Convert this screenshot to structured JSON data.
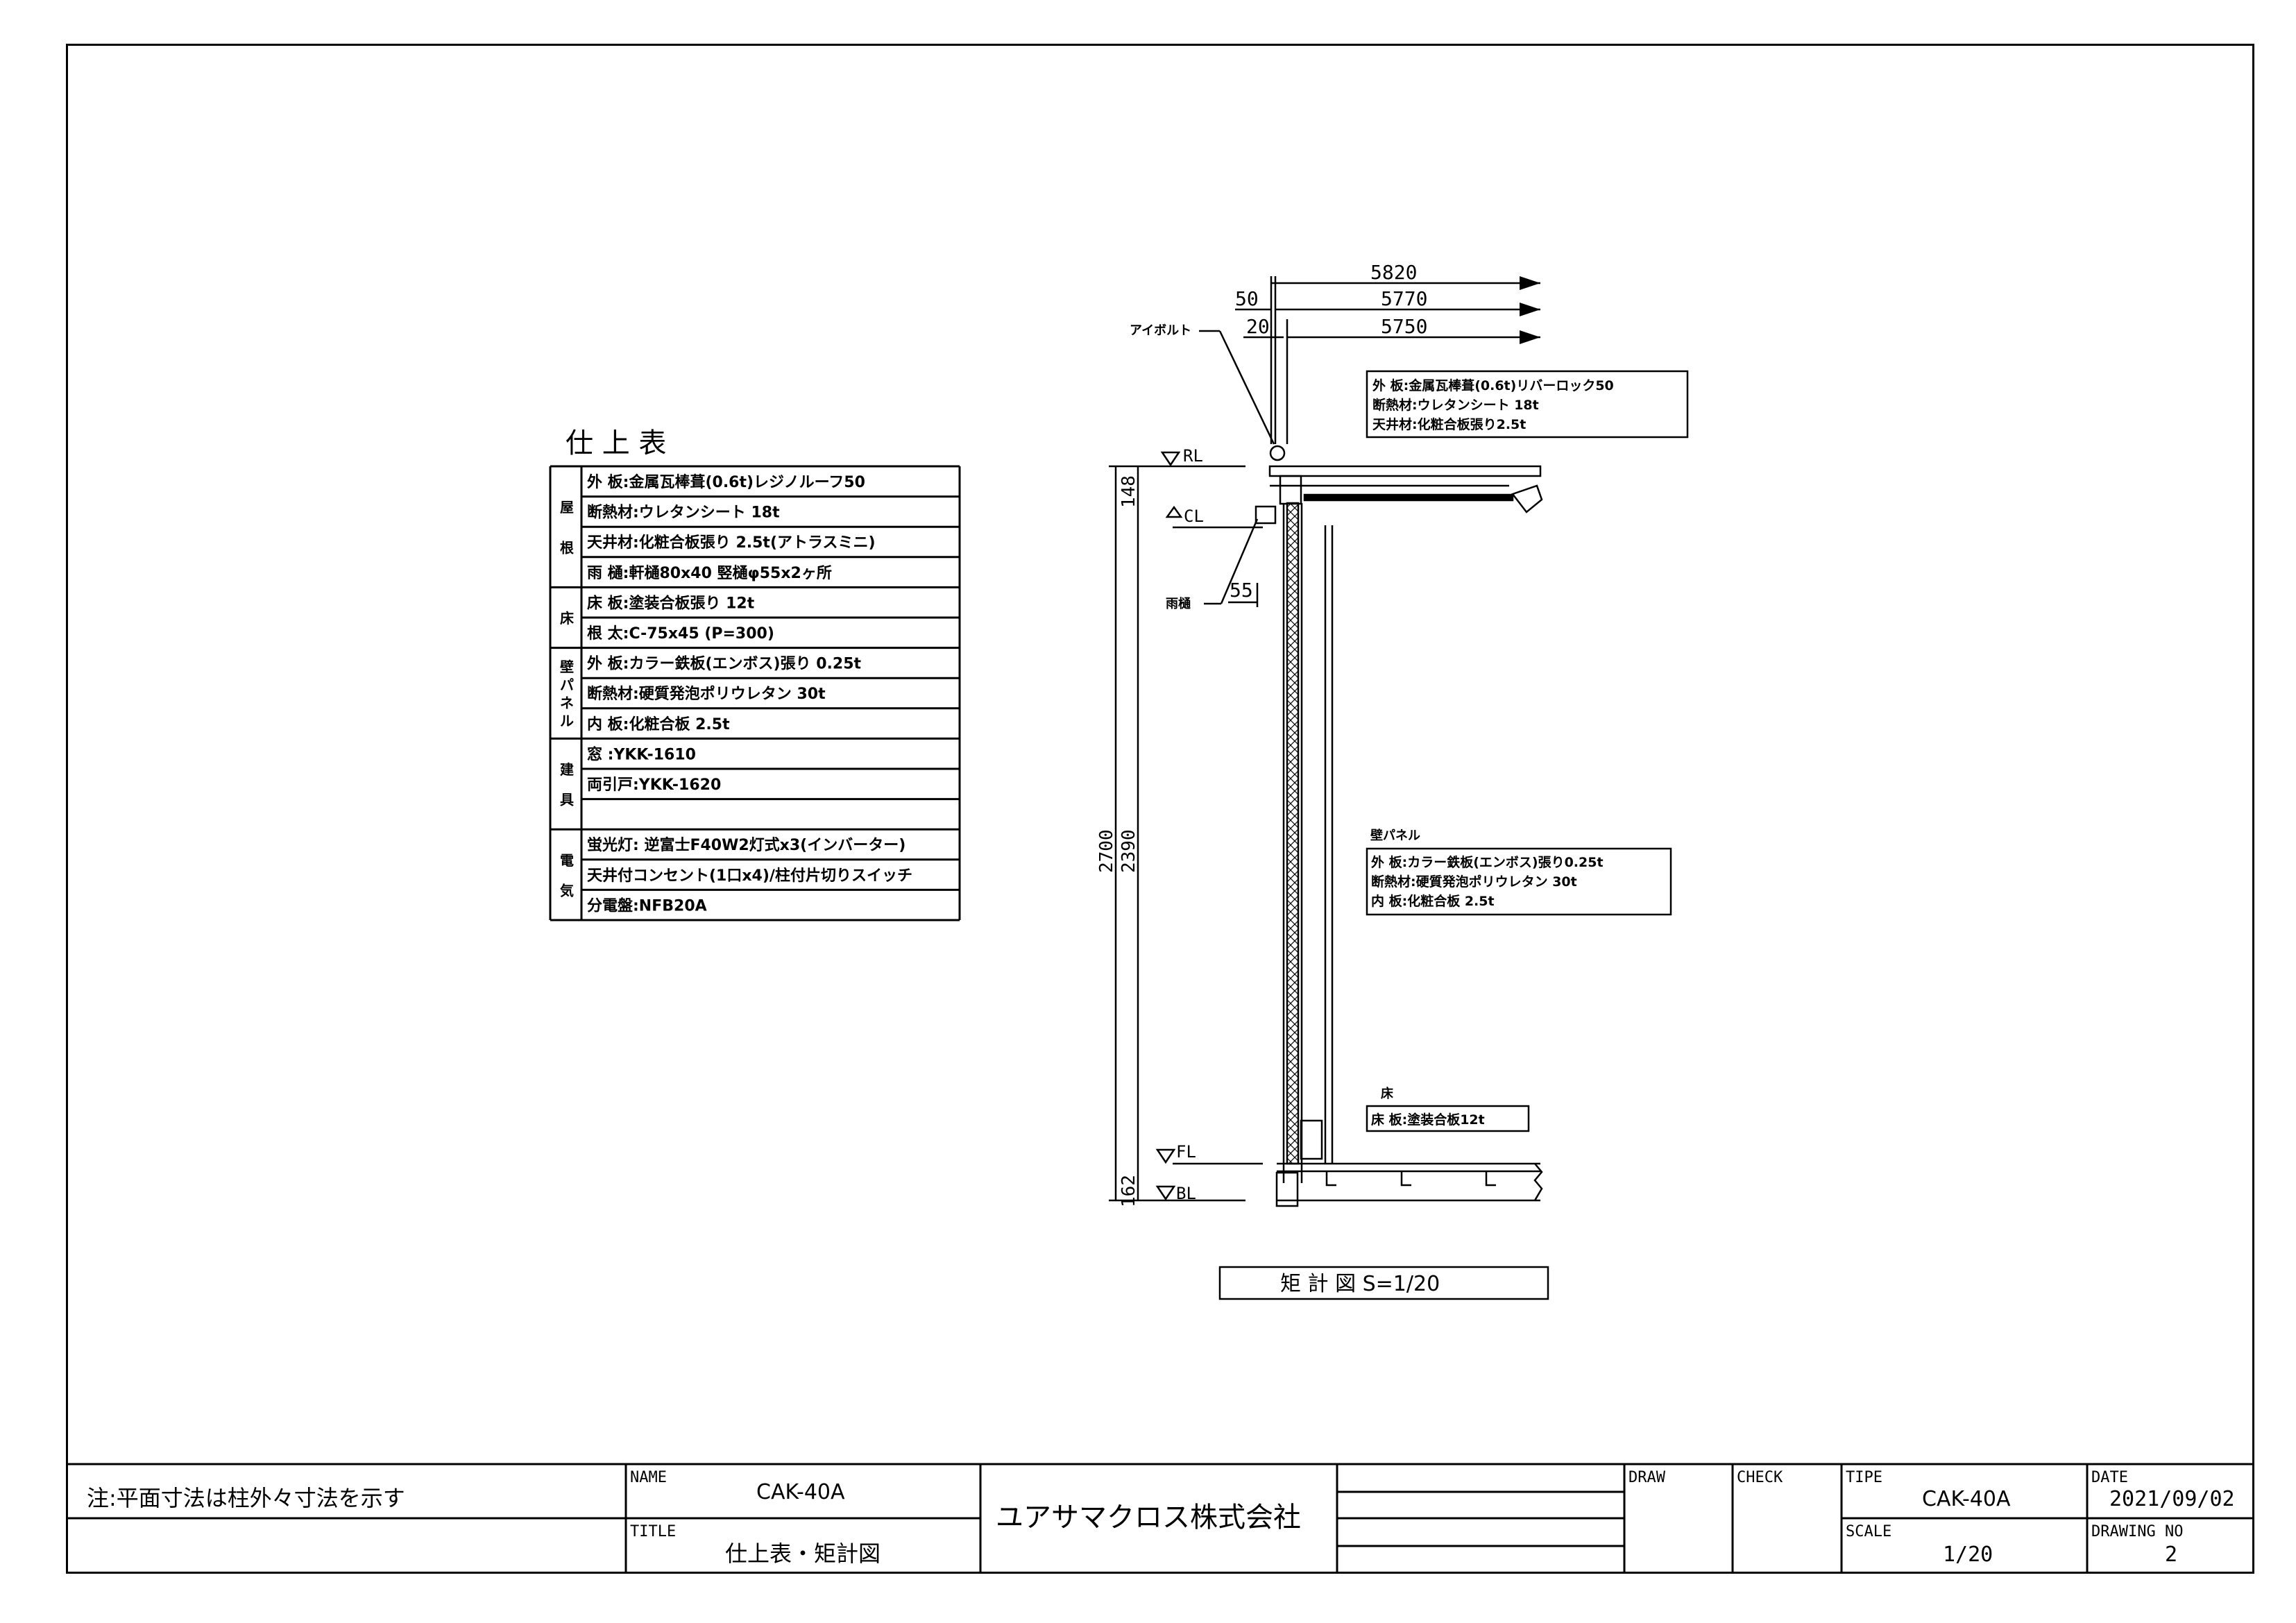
{
  "finish_table": {
    "title": "仕 上 表",
    "groups": [
      {
        "label": [
          "屋",
          "根"
        ],
        "rows": [
          "外 板:金属瓦棒葺(0.6t)レジノルーフ50",
          "断熱材:ウレタンシート 18t",
          "天井材:化粧合板張り 2.5t(アトラスミニ)",
          "雨 樋:軒樋80x40 竪樋φ55x2ヶ所"
        ]
      },
      {
        "label": [
          "床"
        ],
        "rows": [
          "床 板:塗装合板張り 12t",
          "根 太:C-75x45 (P=300)"
        ]
      },
      {
        "label": [
          "壁",
          "パ",
          "ネ",
          "ル"
        ],
        "rows": [
          "外 板:カラー鉄板(エンボス)張り 0.25t",
          "断熱材:硬質発泡ポリウレタン 30t",
          "内 板:化粧合板 2.5t"
        ]
      },
      {
        "label": [
          "建",
          "具"
        ],
        "rows": [
          "窓 :YKK-1610",
          "両引戸:YKK-1620",
          ""
        ]
      },
      {
        "label": [
          "電",
          "気"
        ],
        "rows": [
          "蛍光灯: 逆富士F40W2灯式x3(インバーター)",
          "天井付コンセント(1口x4)/柱付片切りスイッチ",
          "分電盤:NFB20A"
        ]
      }
    ]
  },
  "section": {
    "dims_top": [
      "5820",
      "50",
      "5770",
      "20",
      "5750"
    ],
    "eyebolt": "アイボルト",
    "gutter": "雨樋",
    "gutter_dim": "55",
    "levels": {
      "rl": "RL",
      "cl": "CL",
      "fl": "FL",
      "bl": "BL"
    },
    "dims_left": {
      "roof": "148",
      "total": "2700",
      "wall": "2390",
      "floor": "162"
    },
    "roof_note": [
      "外 板:金属瓦棒葺(0.6t)リバーロック50",
      "断熱材:ウレタンシート 18t",
      "天井材:化粧合板張り2.5t"
    ],
    "wall_note_title": "壁パネル",
    "wall_note": [
      "外 板:カラー鉄板(エンボス)張り0.25t",
      "断熱材:硬質発泡ポリウレタン 30t",
      "内 板:化粧合板 2.5t"
    ],
    "floor_note_title": "床",
    "floor_note": [
      "床 板:塗装合板12t"
    ],
    "caption": "矩 計 図  S=1/20"
  },
  "title_block": {
    "note": "注:平面寸法は柱外々寸法を示す",
    "name_label": "NAME",
    "name": "CAK-40A",
    "title_label": "TITLE",
    "title": "仕上表・矩計図",
    "company": "ユアサマクロス株式会社",
    "draw_label": "DRAW",
    "check_label": "CHECK",
    "type_label": "TIPE",
    "type": "CAK-40A",
    "scale_label": "SCALE",
    "scale": "1/20",
    "date_label": "DATE",
    "date": "2021/09/02",
    "drawing_no_label": "DRAWING NO",
    "drawing_no": "2"
  }
}
